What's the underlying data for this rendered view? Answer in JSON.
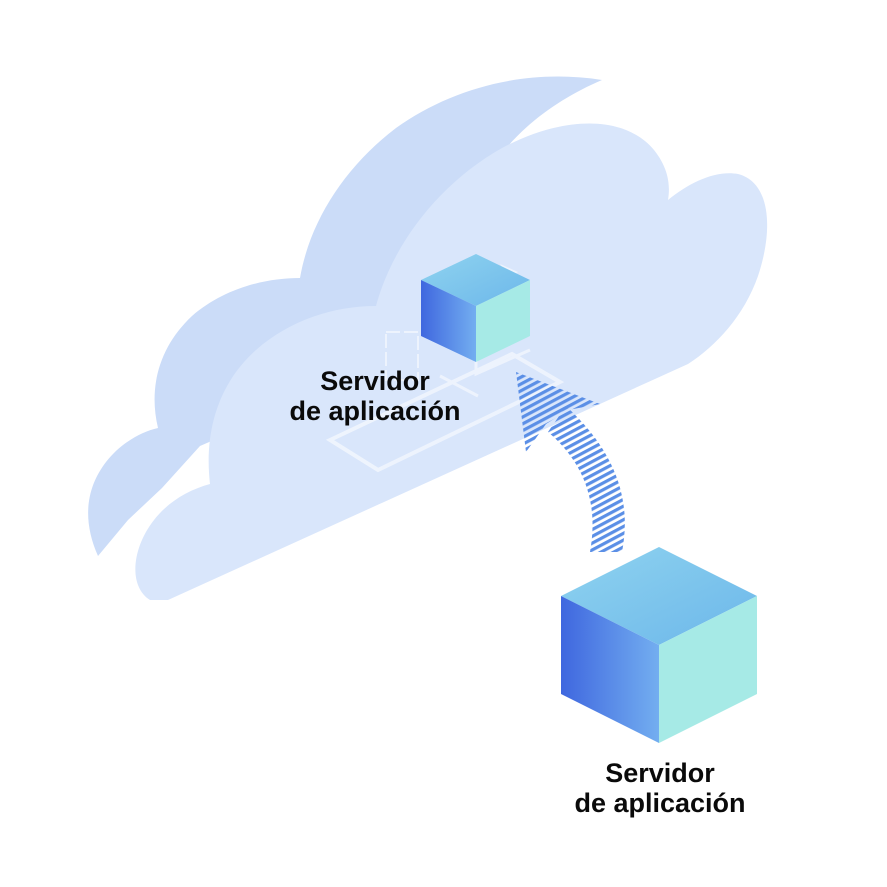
{
  "colors": {
    "cloud_back": "#cbdcf8",
    "cloud_front": "#d9e6fb",
    "cube_left_start": "#3f67df",
    "cube_left_end": "#73aef0",
    "cube_right": "#a6eae6",
    "cube_top_start": "#8fd3ef",
    "cube_top_end": "#6cb7ea",
    "arrow": "#5b8fe6",
    "text": "#0a0a0a"
  },
  "icons": {
    "cloud": "cloud-icon",
    "cloud_server": "cube-icon",
    "local_server": "cube-icon",
    "migration_arrow": "curved-arrow-up-icon"
  },
  "cloud_server": {
    "label_line1": "Servidor",
    "label_line2": "de aplicación"
  },
  "local_server": {
    "label_line1": "Servidor",
    "label_line2": "de aplicación"
  }
}
